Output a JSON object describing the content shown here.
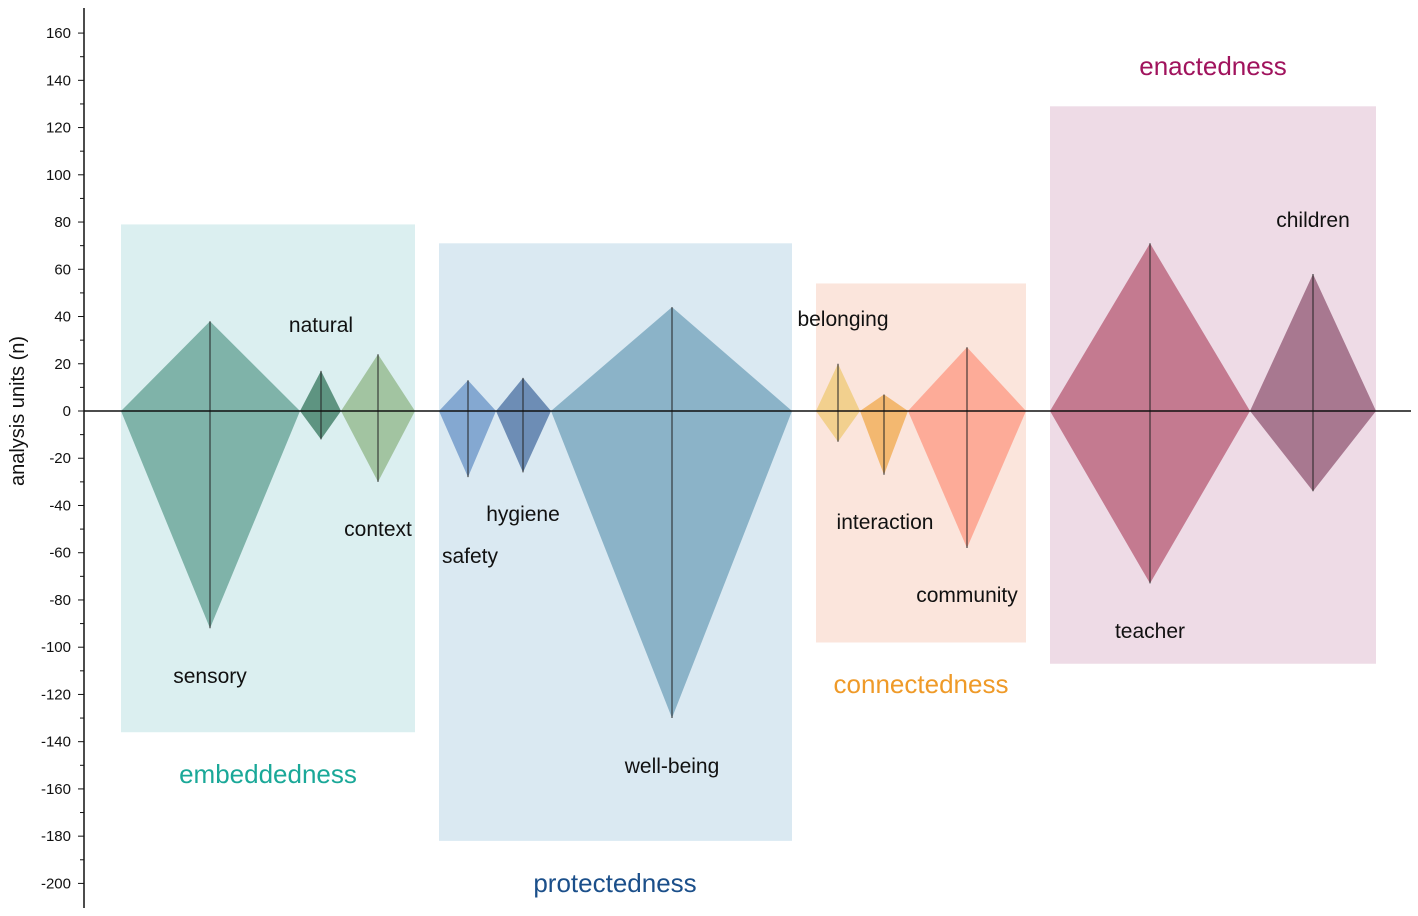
{
  "chart_data": {
    "type": "diamond-range",
    "ylabel": "analysis units (n)",
    "ylim": [
      -200,
      160
    ],
    "yticks": [
      160,
      140,
      120,
      100,
      80,
      60,
      40,
      20,
      0,
      -20,
      -40,
      -60,
      -80,
      -100,
      -120,
      -140,
      -160,
      -180,
      -200
    ],
    "groups": [
      {
        "name": "embeddedness",
        "label_color": "#1aa898",
        "fill": "#dbeff0",
        "box": [
          79,
          -136
        ],
        "items": [
          {
            "name": "sensory",
            "upper": 38,
            "lower": -92,
            "color": "#7fb3a9"
          },
          {
            "name": "natural",
            "upper": 17,
            "lower": -12,
            "color": "#5e9481"
          },
          {
            "name": "context",
            "upper": 24,
            "lower": -30,
            "color": "#a2c4a1"
          }
        ]
      },
      {
        "name": "protectedness",
        "label_color": "#1b4f8a",
        "fill": "#dae9f2",
        "box": [
          71,
          -182
        ],
        "items": [
          {
            "name": "safety",
            "upper": 13,
            "lower": -28,
            "color": "#84a8d1"
          },
          {
            "name": "hygiene",
            "upper": 14,
            "lower": -26,
            "color": "#6d8db5"
          },
          {
            "name": "well-being",
            "upper": 44,
            "lower": -130,
            "color": "#8bb3c8"
          }
        ]
      },
      {
        "name": "connectedness",
        "label_color": "#ef9a28",
        "fill": "#fbe5dc",
        "box": [
          54,
          -98
        ],
        "items": [
          {
            "name": "belonging",
            "upper": 20,
            "lower": -13,
            "color": "#f2d08e"
          },
          {
            "name": "interaction",
            "upper": 7,
            "lower": -27,
            "color": "#f3b870"
          },
          {
            "name": "community",
            "upper": 27,
            "lower": -58,
            "color": "#fdab98"
          }
        ]
      },
      {
        "name": "enactedness",
        "label_color": "#a0135d",
        "fill": "#eedbe6",
        "box": [
          129,
          -107
        ],
        "items": [
          {
            "name": "teacher",
            "upper": 71,
            "lower": -73,
            "color": "#c47a90"
          },
          {
            "name": "children",
            "upper": 58,
            "lower": -34,
            "color": "#a87890"
          }
        ]
      }
    ]
  }
}
